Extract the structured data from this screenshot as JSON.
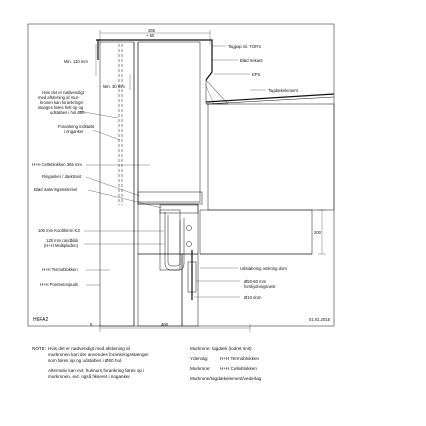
{
  "drawing": {
    "dim_top_1": "365",
    "dim_top_2": "+ 60",
    "dim_bottom": "460",
    "dim_bottom_small": "5",
    "dim_right": "200",
    "min_110": "Min. 110 mm",
    "min_30": "Min. 30 mm",
    "code": "H6FA2",
    "date": "01.01.2015"
  },
  "labels_left": [
    "Hvis det er nødvendigt",
    "med afstivning af mur-",
    "kronen kan forankrings-",
    "stangen føres helt op og",
    "udstøbes i hul ø90.",
    "Forankring indstøbt",
    "i ringanker",
    "H+H Celleblokken 365 mm",
    "Ringanker / dæktrant",
    "Blød isoleringsstrimmel",
    "100 mm Kooltherm K3",
    "125 mm randblok",
    "(H+H Multipladen)",
    "H+H Termoblokken",
    "H+H Porebetonpuds"
  ],
  "labels_right": [
    "Tagpap inl. TOR's",
    "Blød trekant",
    "EPS",
    "Tagdækelement",
    "Udstøbning omkring dorn",
    "Ø50-60 mm",
    "forskydningsnest",
    "Ø10 dorn"
  ],
  "notes": {
    "note_label": "NOTE:",
    "note_1": [
      "Hvis det er nødvendigt med afstivning af",
      "murkronen kan der anvendes forankringsstænger",
      "som føres op og udstøbes i Ø60 hul."
    ],
    "note_2": [
      "Alternativ kan evt. hulmurs forankring føres op i",
      "murkronen, evt. også fikseret i ringanker."
    ],
    "legend_title": "Murkrone, tagdæk (lodret snit)",
    "legend_1_key": "Yderväg:",
    "legend_1_val": "H+H Termoblokken",
    "legend_2_key": "Murkrone:",
    "legend_2_val": "H+H Celleblokken",
    "legend_3": "Murkrone/tagdækelement/vederlag"
  }
}
